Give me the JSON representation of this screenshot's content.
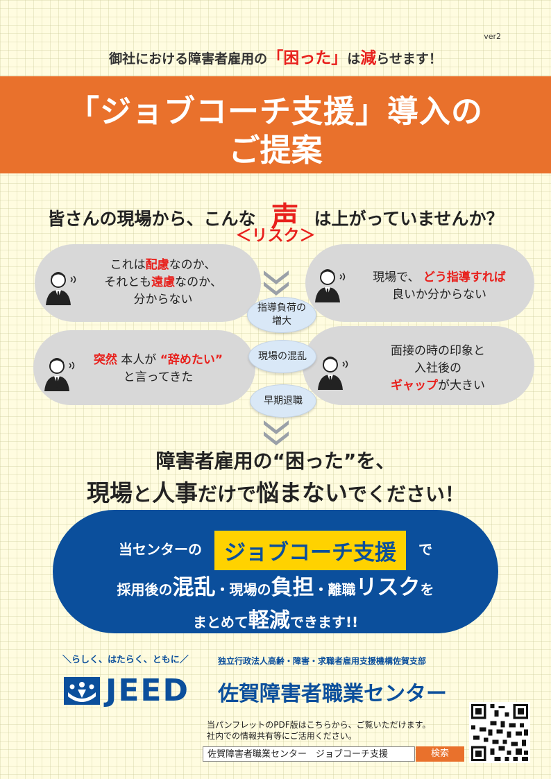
{
  "version": "ver2",
  "tagline": {
    "pre": "御社における障害者雇用の",
    "em1": "「困った」",
    "mid": "は",
    "em2": "減",
    "post": "らせます！"
  },
  "banner": {
    "line1": "「ジョブコーチ支援」導入の",
    "line2": "ご提案"
  },
  "question": {
    "pre": "皆さんの現場から、こんな",
    "voice": "声",
    "post": "は上がっていませんか？"
  },
  "risk_label": "＜リスク＞",
  "clouds": {
    "c1": {
      "a": "これは",
      "b": "配慮",
      "c": "なのか、",
      "d": "それとも",
      "e": "遠慮",
      "f": "なのか、",
      "g": "分からない"
    },
    "c2": {
      "a": "現場で、",
      "b": "どう指導すれば",
      "c": "良いか分からない"
    },
    "c3": {
      "a": "突然",
      "b": " 本人が ",
      "c": "“辞めたい”",
      "d": "と言ってきた"
    },
    "c4": {
      "a": "面接の時の印象と",
      "b": "入社後の",
      "c": "ギャップ",
      "d": "が大きい"
    }
  },
  "ovals": {
    "o1a": "指導負荷の",
    "o1b": "増大",
    "o2": "現場の混乱",
    "o3": "早期退職"
  },
  "message": {
    "line1": "障害者雇用の“困った”を、",
    "l2a": "現場",
    "l2b": "と",
    "l2c": "人事",
    "l2d": "だけで",
    "l2e": "悩まない",
    "l2f": "でください！"
  },
  "pill": {
    "r1a": "当センターの",
    "r1box": "ジョブコーチ支援",
    "r1b": "で",
    "r2a": "採用後の",
    "r2b": "混乱",
    "r2c": "・現場の",
    "r2d": "負担",
    "r2e": "・離職",
    "r2f": "リスク",
    "r2g": "を",
    "r3a": "まとめて",
    "r3b": "軽減",
    "r3c": "できます!!"
  },
  "footer": {
    "slogan": "＼らしく、はたらく、ともに／",
    "org": "独立行政法人高齢・障害・求職者雇用支援機構佐賀支部",
    "jeed": "JEED",
    "center": "佐賀障害者職業センター",
    "pdf1": "当パンフレットのPDF版はこちらから、ご覧いただけます。",
    "pdf2": "社内での情報共有等にご活用ください。",
    "search_text": "佐賀障害者職業センター　ジョブコーチ支援",
    "search_button": "検索"
  },
  "colors": {
    "accent": "#e9712c",
    "brand": "#0b4f9c",
    "highlight": "#ffd200",
    "alert": "#e8201c"
  },
  "icons": [
    "person-worried-icon",
    "chevron-down-icon",
    "jeed-logo-icon",
    "qr-code-icon"
  ]
}
